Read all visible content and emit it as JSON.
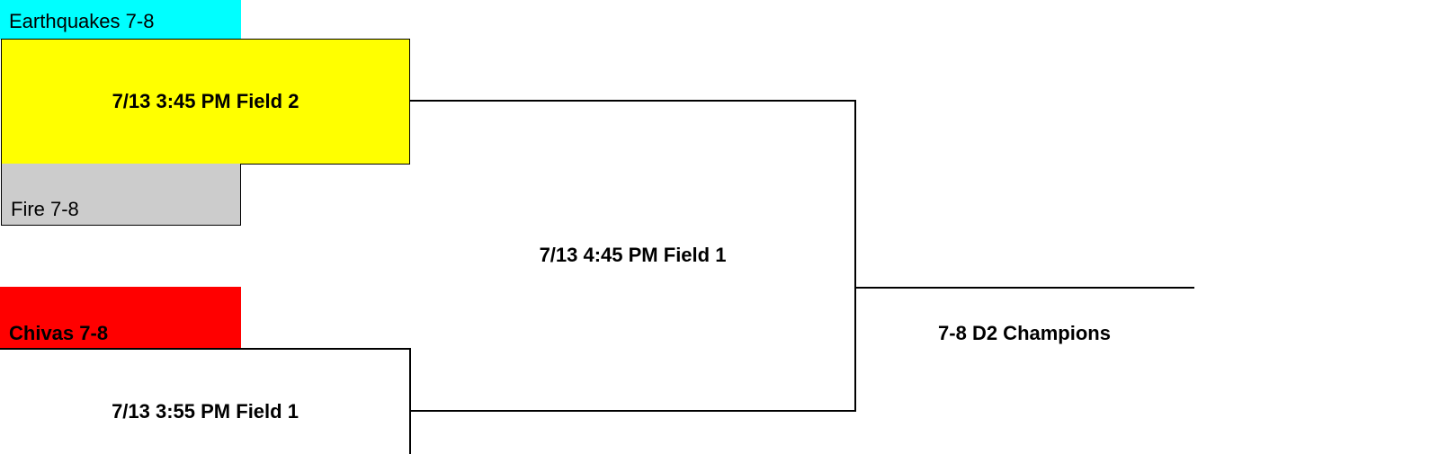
{
  "bracket": {
    "round1": {
      "top_team": {
        "name": "Earthquakes 7-8",
        "color": "#00FFFF"
      },
      "top_match": {
        "label": "7/13 3:45 PM Field 2",
        "color": "#FFFF00"
      },
      "second_team": {
        "name": "Fire 7-8",
        "color": "#CCCCCC"
      },
      "third_team": {
        "name": "Chivas 7-8",
        "color": "#FF0000"
      },
      "bottom_match": {
        "label": "7/13 3:55 PM Field 1"
      }
    },
    "round2": {
      "match": {
        "label": "7/13 4:45 PM Field 1"
      }
    },
    "final": {
      "label": "7-8 D2 Champions"
    }
  }
}
